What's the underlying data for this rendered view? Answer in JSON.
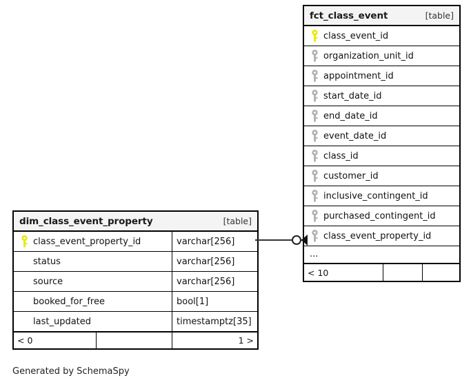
{
  "diagram": {
    "generator_note": "Generated by SchemaSpy",
    "kind_label": "[table]"
  },
  "tables": [
    {
      "id": "fct",
      "name": "fct_class_event",
      "kind": "[table]",
      "columns": [
        {
          "name": "class_event_id",
          "key": "primary-key-icon",
          "type": ""
        },
        {
          "name": "organization_unit_id",
          "key": "foreign-key-icon",
          "type": ""
        },
        {
          "name": "appointment_id",
          "key": "foreign-key-icon",
          "type": ""
        },
        {
          "name": "start_date_id",
          "key": "foreign-key-icon",
          "type": ""
        },
        {
          "name": "end_date_id",
          "key": "foreign-key-icon",
          "type": ""
        },
        {
          "name": "event_date_id",
          "key": "foreign-key-icon",
          "type": ""
        },
        {
          "name": "class_id",
          "key": "foreign-key-icon",
          "type": ""
        },
        {
          "name": "customer_id",
          "key": "foreign-key-icon",
          "type": ""
        },
        {
          "name": "inclusive_contingent_id",
          "key": "foreign-key-icon",
          "type": ""
        },
        {
          "name": "purchased_contingent_id",
          "key": "foreign-key-icon",
          "type": ""
        },
        {
          "name": "class_event_property_id",
          "key": "foreign-key-icon",
          "type": ""
        }
      ],
      "more_indicator": "...",
      "footer": [
        "< 10",
        "",
        ""
      ]
    },
    {
      "id": "dim",
      "name": "dim_class_event_property",
      "kind": "[table]",
      "columns": [
        {
          "name": "class_event_property_id",
          "key": "primary-key-icon",
          "type": "varchar[256]"
        },
        {
          "name": "status",
          "key": "none",
          "type": "varchar[256]"
        },
        {
          "name": "source",
          "key": "none",
          "type": "varchar[256]"
        },
        {
          "name": "booked_for_free",
          "key": "none",
          "type": "bool[1]"
        },
        {
          "name": "last_updated",
          "key": "none",
          "type": "timestamptz[35]"
        }
      ],
      "footer": [
        "< 0",
        "",
        "1 >"
      ]
    }
  ],
  "relationship": {
    "name": "dim-to-fct-relationship",
    "from_table": "dim_class_event_property",
    "from_column": "class_event_property_id",
    "to_table": "fct_class_event",
    "to_column": "class_event_property_id",
    "notation": "crows-foot-zero-or-many"
  },
  "colors": {
    "primary_key": "#e8e800",
    "foreign_key": "#b0b0b0",
    "border": "#000000",
    "header_bg": "#f4f4f4",
    "body_bg": "#ffffff"
  }
}
